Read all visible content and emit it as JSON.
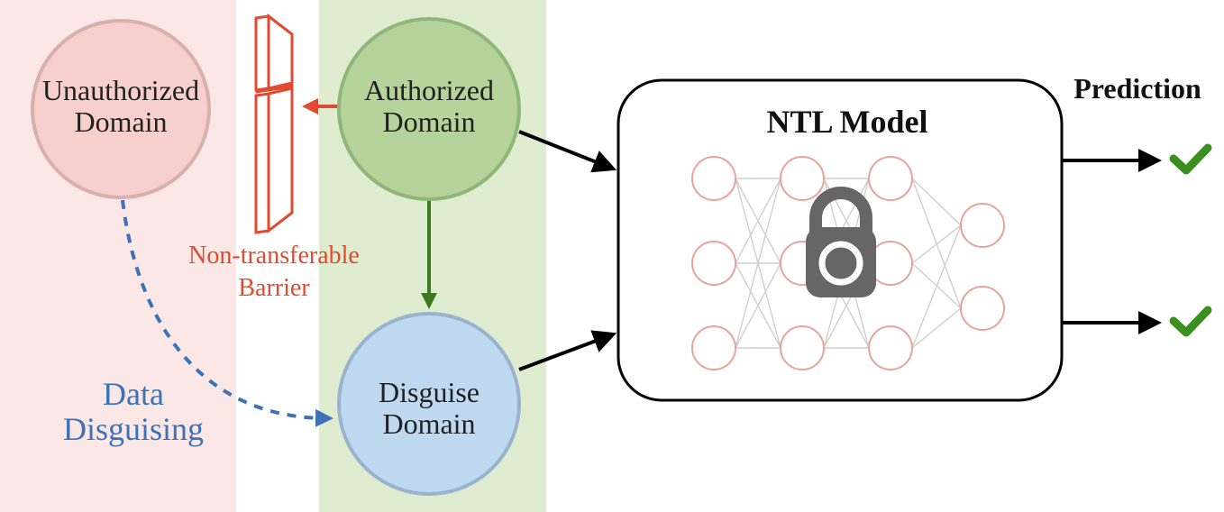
{
  "nodes": {
    "unauthorized": {
      "line1": "Unauthorized",
      "line2": "Domain"
    },
    "authorized": {
      "line1": "Authorized",
      "line2": "Domain"
    },
    "disguise": {
      "line1": "Disguise",
      "line2": "Domain"
    }
  },
  "barrier": {
    "line1": "Non-transferable",
    "line2": "Barrier"
  },
  "disguising": {
    "line1": "Data",
    "line2": "Disguising"
  },
  "model": {
    "title": "NTL Model"
  },
  "prediction": {
    "title": "Prediction"
  },
  "colors": {
    "unauthorized_region": "#fbe7e6",
    "authorized_region": "#dfeccf",
    "unauthorized_node": "#f7cfcc",
    "authorized_node": "#b5d39b",
    "disguise_node": "#bfdaf0",
    "barrier": "#e04a2f",
    "disguise_arrow": "#3b72b8",
    "green_arrow": "#3b7a1f",
    "neuron": "#e8a49a",
    "lock": "#666666",
    "check": "#3a8f1e"
  }
}
